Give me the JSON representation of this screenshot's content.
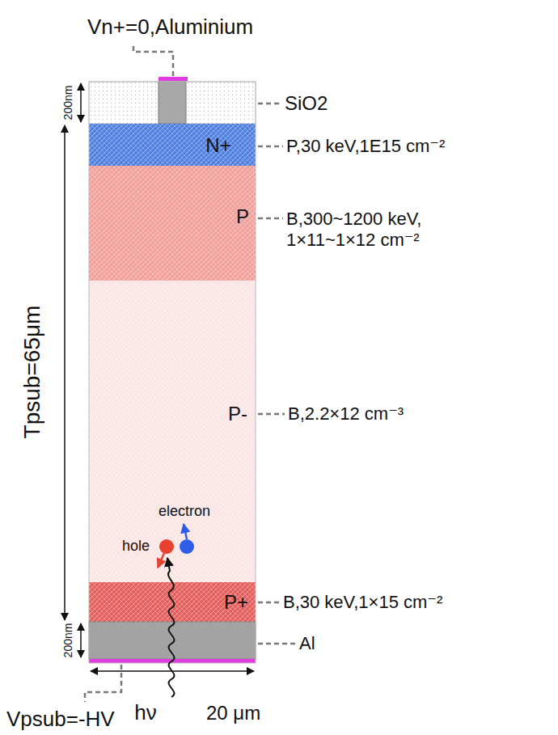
{
  "diagram": {
    "nodes": [
      {
        "text": [
          "N+"
        ]
      },
      {
        "text": [
          "P"
        ]
      },
      {
        "text": [
          "P-"
        ]
      },
      {
        "text": [
          "P+"
        ]
      }
    ],
    "labels": [
      "Vn+=0,Aluminium",
      "200nm",
      "SiO2",
      "P,30 keV,1E15 cm⁻²",
      "B,300~1200 keV, 1×11~1×12 cm⁻²",
      "Tpsub=65μm",
      "B,2.2×12 cm⁻³",
      "electron",
      "hole",
      "B,30 keV,1×15 cm⁻²",
      "200nm",
      "Al",
      "hν",
      "20 μm",
      "Vpsub=-HV"
    ]
  }
}
